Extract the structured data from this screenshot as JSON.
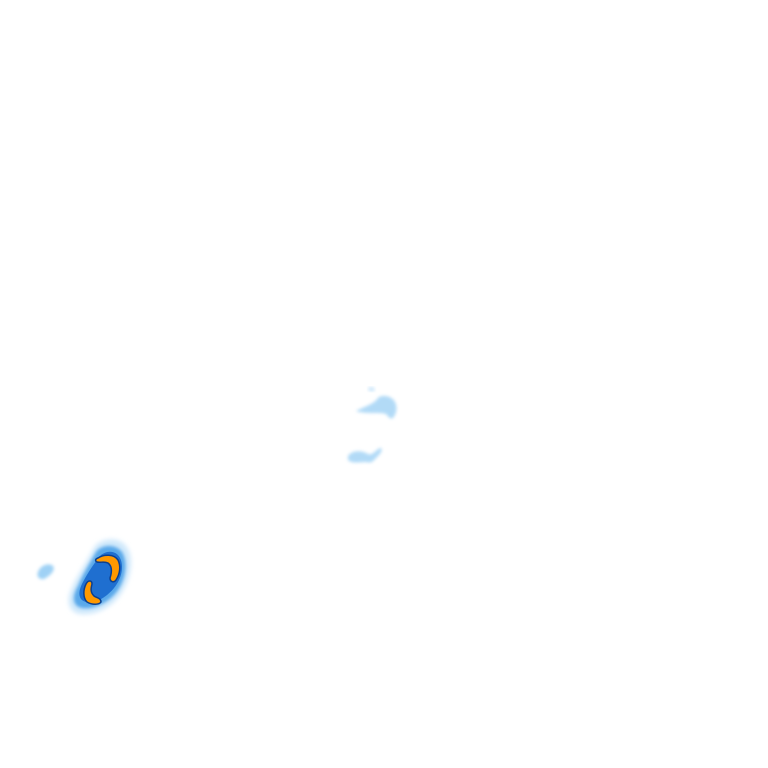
{
  "map": {
    "legend_colors": {
      "very_light": "#cfe8fb",
      "light": "#9fd1f5",
      "medium": "#5aa9ea",
      "heavy": "#1f6fd0",
      "intense": "#ff9900",
      "intense_outline": "#0b3f8f"
    },
    "cells": [
      {
        "id": "cell-west-main",
        "level": "intense"
      },
      {
        "id": "cell-west-small",
        "level": "light"
      },
      {
        "id": "cell-center-north",
        "level": "very_light"
      },
      {
        "id": "cell-center-south",
        "level": "very_light"
      }
    ]
  }
}
